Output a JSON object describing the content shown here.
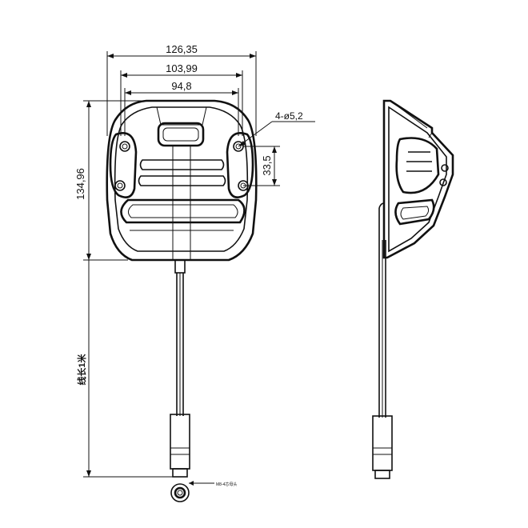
{
  "front_view": {
    "dim_overall_width": "126,35",
    "dim_mid_width": "103,99",
    "dim_inner_width": "94,8",
    "dim_height": "134,96",
    "dim_hole_spacing": "33,5",
    "hole_callout": "4-ø5,2",
    "cable_length_label": "线长1米",
    "connector_label": "M8-4芯母头"
  },
  "colors": {
    "line": "#111111",
    "background": "#ffffff"
  }
}
